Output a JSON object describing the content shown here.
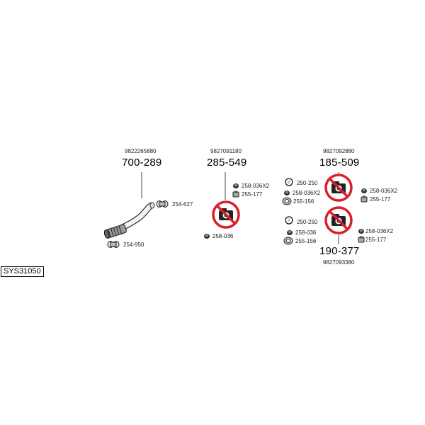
{
  "system_code": "SYS31050",
  "groups": [
    {
      "oem": "9822265880",
      "main": "700-289",
      "parts": [
        "254-627",
        "254-950"
      ]
    },
    {
      "oem": "9827091180",
      "main": "285-549",
      "parts": [
        "258-036X2",
        "255-177",
        "258-036"
      ]
    },
    {
      "oem": "9827092880",
      "main": "185-509",
      "parts": [
        "250-250",
        "258-036X2",
        "255-156",
        "258-036X2",
        "255-177"
      ]
    },
    {
      "oem": "9827093380",
      "main": "190-377",
      "parts": [
        "250-250",
        "258-036",
        "255-156",
        "258-036X2",
        "255-177"
      ]
    }
  ],
  "colors": {
    "no_image_red": "#d8202a",
    "line": "#444444"
  }
}
